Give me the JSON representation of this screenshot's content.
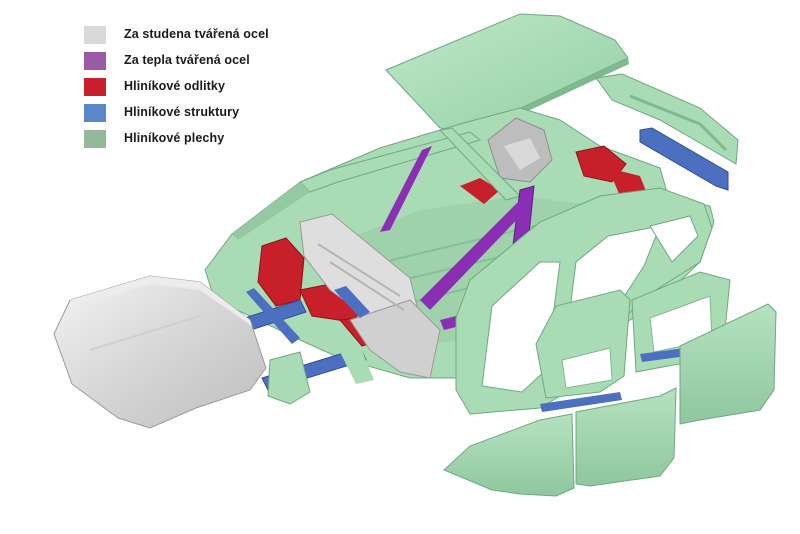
{
  "legend": {
    "items": [
      {
        "label": "Za studena tvářená ocel",
        "color": "#d9d9d9"
      },
      {
        "label": "Za tepla tvářená ocel",
        "color": "#9b5aa6"
      },
      {
        "label": "Hliníkové odlitky",
        "color": "#c8202a"
      },
      {
        "label": "Hliníkové struktury",
        "color": "#5b86c9"
      },
      {
        "label": "Hliníkové plechy",
        "color": "#94b99a"
      }
    ]
  },
  "colors": {
    "aluminium_sheet": "#a9dcb5",
    "aluminium_sheet_dark": "#7fb98f",
    "aluminium_cast": "#c8202a",
    "aluminium_structure": "#4d6fc0",
    "hot_formed_steel": "#8a2fb3",
    "cold_formed_steel": "#dedede"
  }
}
